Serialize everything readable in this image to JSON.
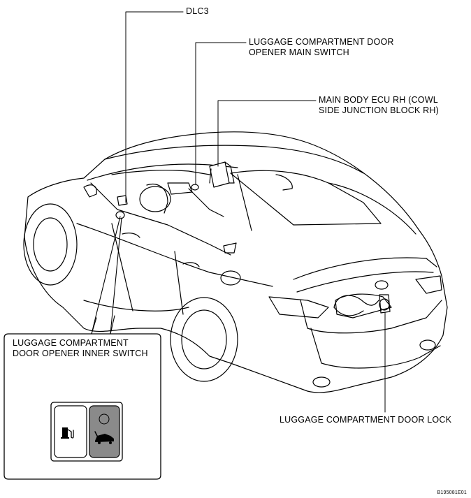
{
  "labels": {
    "dlc3": "DLC3",
    "main_switch": [
      "LUGGAGE COMPARTMENT DOOR",
      "OPENER MAIN SWITCH"
    ],
    "main_body_ecu": [
      "MAIN BODY ECU RH (COWL",
      "SIDE JUNCTION BLOCK RH)"
    ],
    "inner_switch": [
      "LUGGAGE COMPARTMENT",
      "DOOR OPENER INNER SWITCH"
    ],
    "door_lock": "LUGGAGE COMPARTMENT DOOR LOCK"
  },
  "figure_code": "B195081E01",
  "icons": {
    "fuel_switch": "fuel-pump-icon",
    "trunk_switch": "car-trunk-icon"
  },
  "colors": {
    "line": "#000000",
    "switch_active": "#8a8a8a",
    "background": "#ffffff"
  }
}
